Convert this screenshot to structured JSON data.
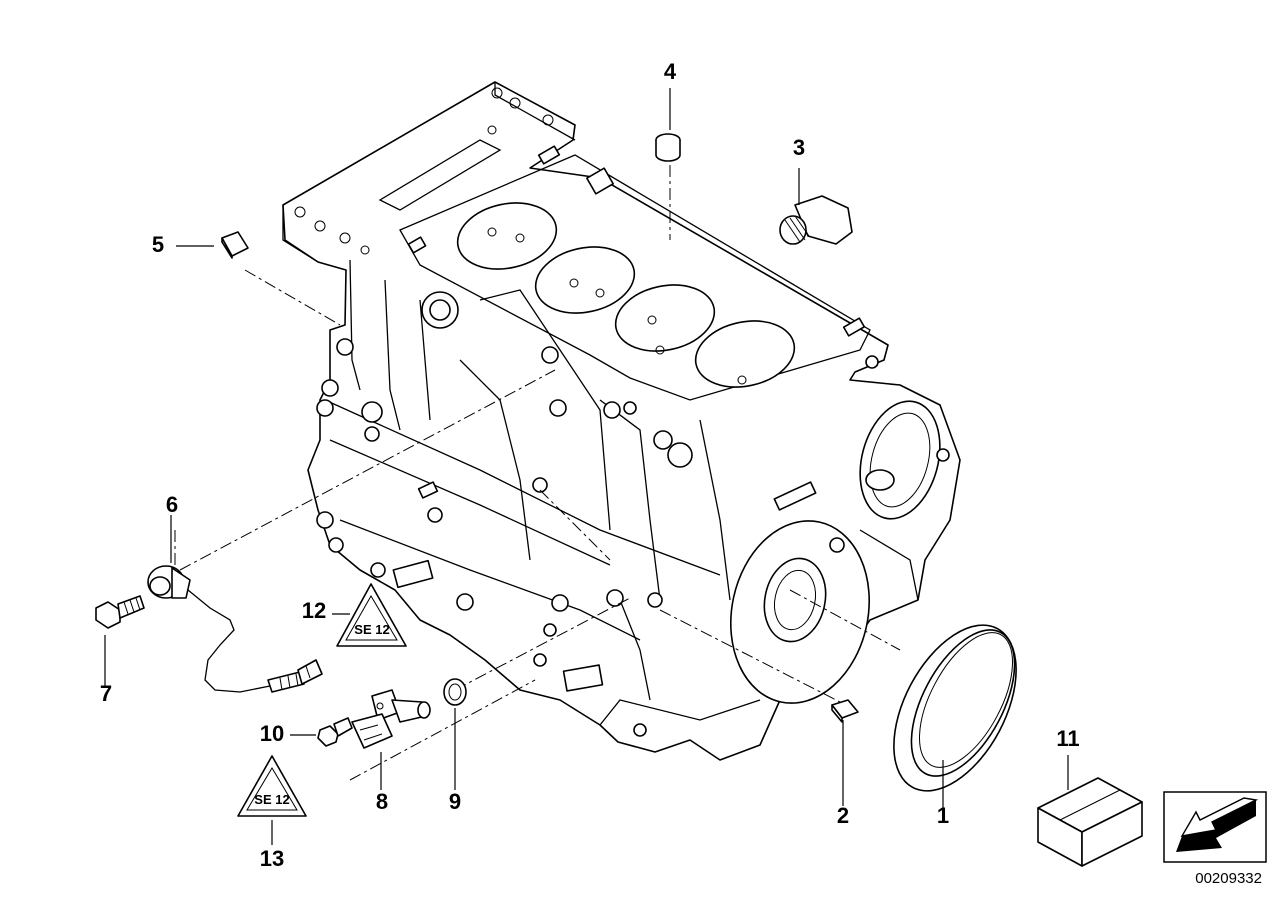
{
  "callouts": [
    {
      "id": "1",
      "label": "1"
    },
    {
      "id": "2",
      "label": "2"
    },
    {
      "id": "3",
      "label": "3"
    },
    {
      "id": "4",
      "label": "4"
    },
    {
      "id": "5",
      "label": "5"
    },
    {
      "id": "6",
      "label": "6"
    },
    {
      "id": "7",
      "label": "7"
    },
    {
      "id": "8",
      "label": "8"
    },
    {
      "id": "9",
      "label": "9"
    },
    {
      "id": "10",
      "label": "10"
    },
    {
      "id": "11",
      "label": "11"
    },
    {
      "id": "12",
      "label": "12"
    },
    {
      "id": "13",
      "label": "13"
    }
  ],
  "warning_symbol_text": "SE 12",
  "diagram_number": "00209332",
  "icons": [
    "engine-block-icon",
    "crankshaft-seal-icon",
    "dowel-sleeve-icon",
    "screw-plug-icon",
    "knock-sensor-icon",
    "hex-bolt-icon",
    "crankshaft-sensor-icon",
    "o-ring-icon",
    "warning-triangle-icon",
    "kit-box-icon",
    "arrow-navigation-icon"
  ]
}
